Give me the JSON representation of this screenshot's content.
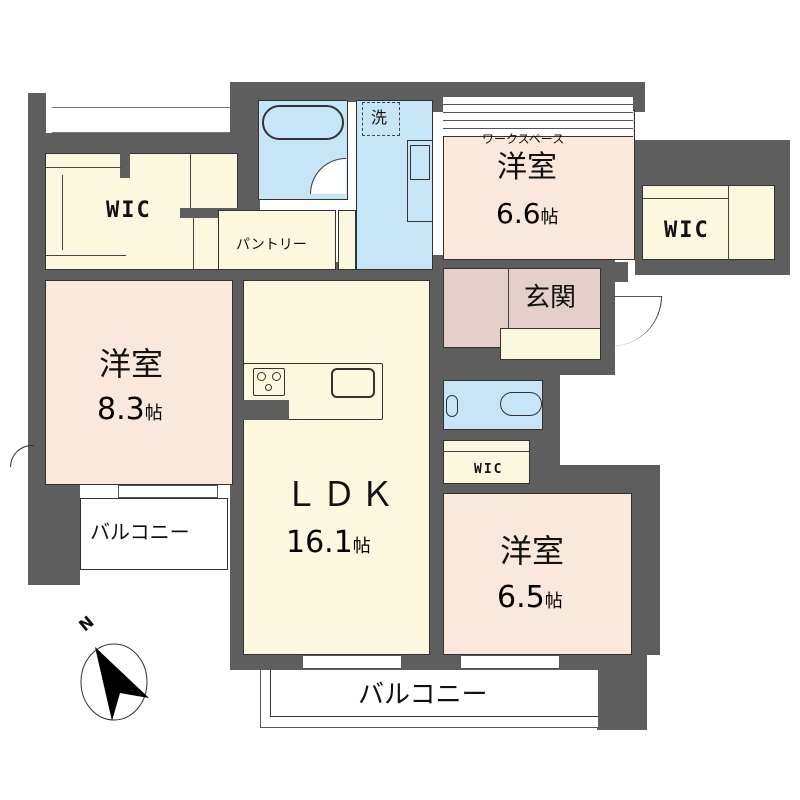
{
  "floorplan": {
    "rooms": [
      {
        "id": "wic-nw",
        "name": "WIC"
      },
      {
        "id": "pantry",
        "name": "パントリー"
      },
      {
        "id": "laundry",
        "name": "洗"
      },
      {
        "id": "bed-ne",
        "name": "洋室",
        "size": "6.6",
        "unit": "帖",
        "note": "ワークスペース"
      },
      {
        "id": "wic-ne",
        "name": "WIC"
      },
      {
        "id": "entrance",
        "name": "玄関"
      },
      {
        "id": "bed-w",
        "name": "洋室",
        "size": "8.3",
        "unit": "帖"
      },
      {
        "id": "ldk",
        "name": "ＬＤＫ",
        "size": "16.1",
        "unit": "帖"
      },
      {
        "id": "wic-small",
        "name": "WIC"
      },
      {
        "id": "bed-se",
        "name": "洋室",
        "size": "6.5",
        "unit": "帖"
      }
    ],
    "balconies": [
      {
        "id": "balcony-w",
        "name": "バルコニー"
      },
      {
        "id": "balcony-s",
        "name": "バルコニー"
      }
    ],
    "compass": {
      "label": "N"
    },
    "colors": {
      "wall": "#5e5e5e",
      "western_room": "#fbe8dc",
      "ldk_storage": "#fbf8df",
      "wet_area": "#c6e6f8",
      "entrance": "#e4cfca"
    }
  }
}
